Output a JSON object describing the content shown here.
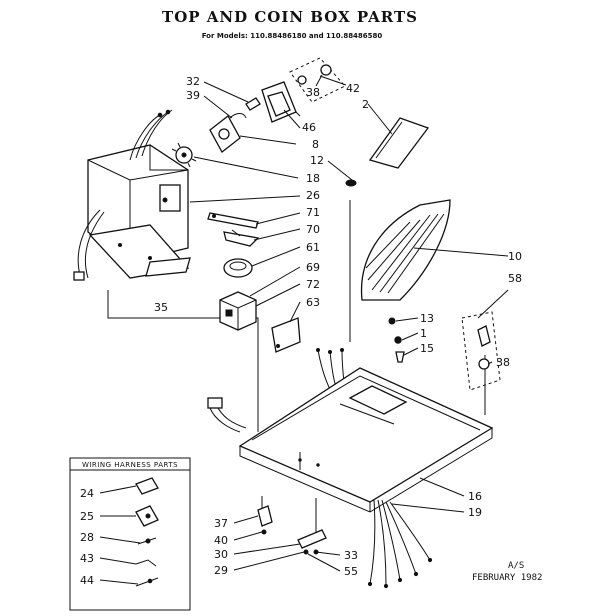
{
  "title": "TOP AND COIN BOX PARTS",
  "subtitle": "For Models: 110.88486180 and 110.88486580",
  "harness_box_title": "WIRING HARNESS PARTS",
  "footer": {
    "mark": "A/S",
    "date": "FEBRUARY 1982"
  },
  "labels": {
    "p32": "32",
    "p39": "39",
    "p42": "42",
    "p2": "2",
    "p38a": "38",
    "p46": "46",
    "p8": "8",
    "p12": "12",
    "p18": "18",
    "p26": "26",
    "p71": "71",
    "p70": "70",
    "p10": "10",
    "p58": "58",
    "p61": "61",
    "p69": "69",
    "p72": "72",
    "p63": "63",
    "p35": "35",
    "p13": "13",
    "p1": "1",
    "p15": "15",
    "p38b": "38",
    "p16": "16",
    "p19": "19",
    "p24": "24",
    "p25": "25",
    "p28": "28",
    "p43": "43",
    "p44": "44",
    "p37": "37",
    "p40": "40",
    "p30": "30",
    "p29": "29",
    "p33": "33",
    "p55": "55"
  }
}
